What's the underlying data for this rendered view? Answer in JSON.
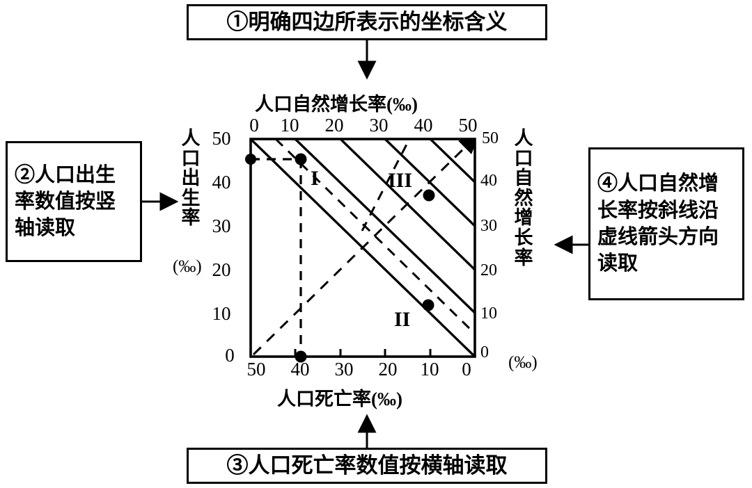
{
  "callouts": {
    "top": {
      "text": "①明确四边所表示的坐标含义"
    },
    "left": {
      "text": "②人口出生率数值按竖轴读取"
    },
    "bottom": {
      "text": "③人口死亡率数值按横轴读取"
    },
    "right": {
      "text": "④人口自然增长率按斜线沿虚线箭头方向读取"
    }
  },
  "chart_data": {
    "type": "scatter",
    "title": "",
    "axes": {
      "top": {
        "label": "人口自然增长率(‰)",
        "ticks": [
          "0",
          "10",
          "20",
          "30",
          "40",
          "50"
        ],
        "range": [
          0,
          50
        ]
      },
      "left": {
        "label": "人口出生率",
        "unit": "(‰)",
        "ticks": [
          "50",
          "40",
          "30",
          "20",
          "10",
          "0"
        ],
        "range": [
          0,
          50
        ]
      },
      "bottom": {
        "label": "人口死亡率(‰)",
        "ticks": [
          "50",
          "40",
          "30",
          "20",
          "10",
          "0"
        ],
        "range": [
          0,
          50
        ]
      },
      "right": {
        "label": "人口自然增长率",
        "unit": "(‰)",
        "ticks": [
          "50",
          "40",
          "30",
          "20",
          "10",
          "0"
        ],
        "range": [
          0,
          50
        ]
      }
    },
    "grid": false,
    "legend": "none",
    "iso_lines": {
      "description": "natural growth rate iso-lines (solid, NW-SE)",
      "values": [
        0,
        10,
        20,
        30,
        40,
        50
      ],
      "style": "solid"
    },
    "reading_arrow": {
      "description": "dashed arrow along increasing natural growth rate",
      "from": [
        0,
        0
      ],
      "to": [
        50,
        50
      ],
      "style": "dashed-arrow"
    },
    "dashed_guides": [
      {
        "birth": 47,
        "death": 40,
        "style": "dashed",
        "note": "guide from left axis to point I region"
      },
      {
        "style": "dashed",
        "note": "oblique dashed lines parallel to iso-lines"
      }
    ],
    "points": [
      {
        "id": "p1",
        "death": 50,
        "birth": 47,
        "label": ""
      },
      {
        "id": "p2",
        "death": 40,
        "birth": 47,
        "label": ""
      },
      {
        "id": "p3",
        "death": 40,
        "birth": 0,
        "label": ""
      },
      {
        "id": "p4",
        "death": 12,
        "birth": 37,
        "label": ""
      },
      {
        "id": "p5",
        "death": 12,
        "birth": 10,
        "label": ""
      }
    ],
    "region_labels": [
      {
        "name": "I",
        "death": 37,
        "birth": 42
      },
      {
        "name": "III",
        "death": 17,
        "birth": 38
      },
      {
        "name": "II",
        "death": 20,
        "birth": 8
      }
    ]
  }
}
